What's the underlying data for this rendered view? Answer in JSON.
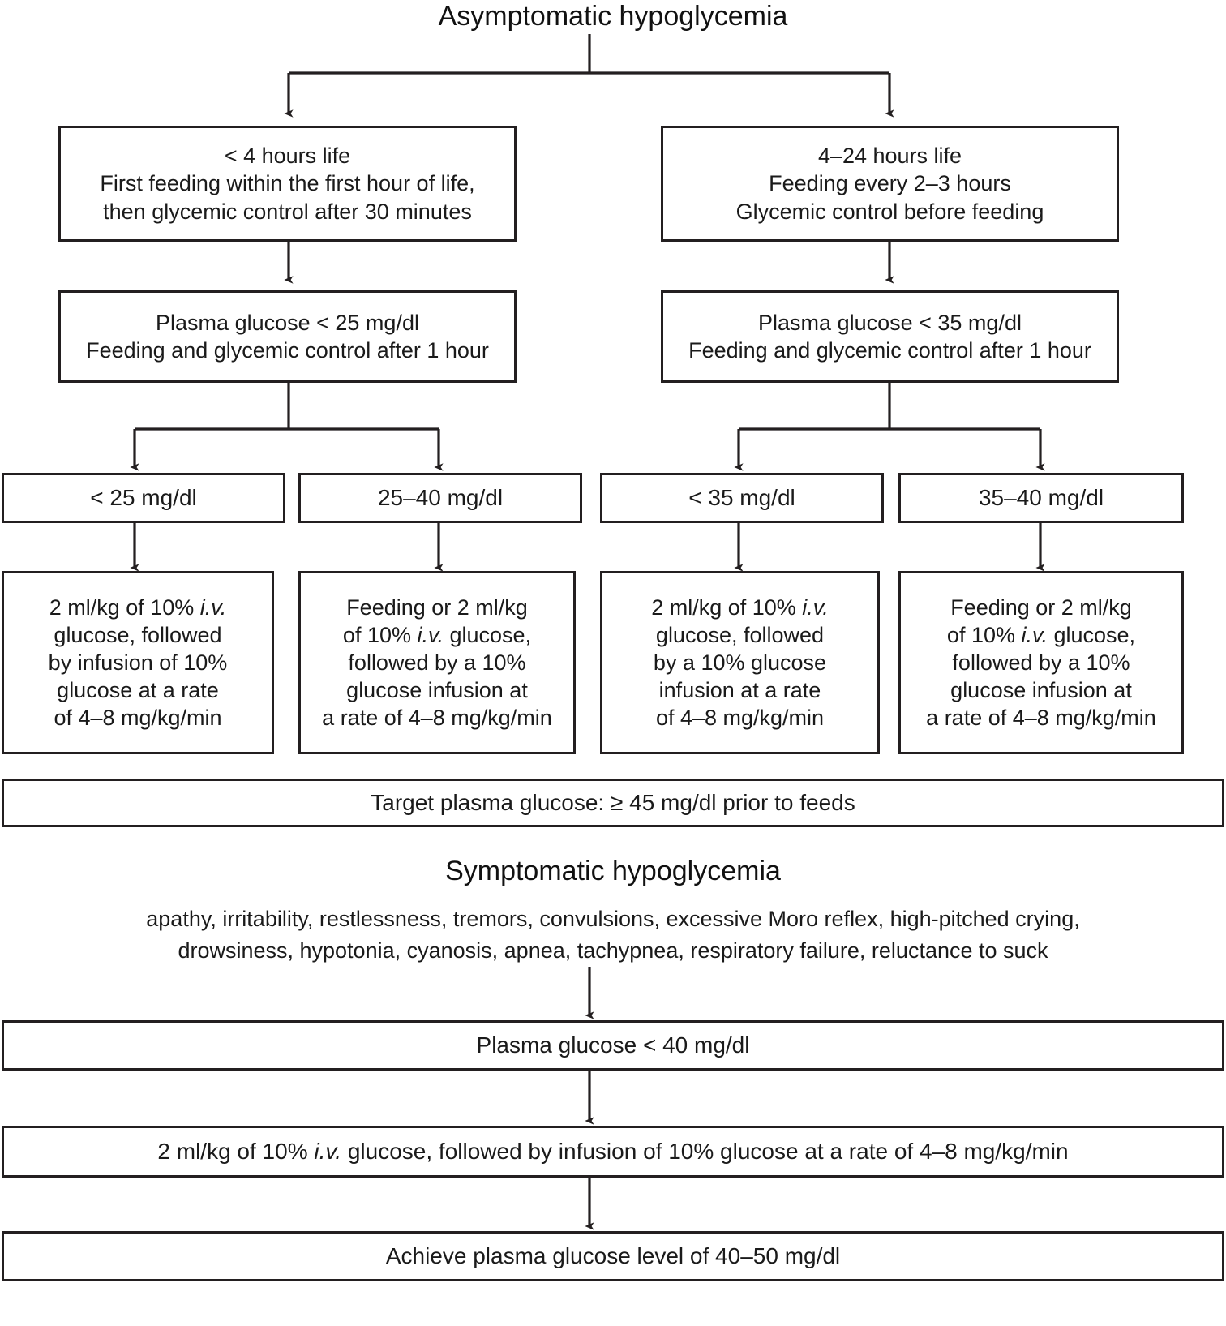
{
  "title_asymptomatic": "Asymptomatic hypoglycemia",
  "title_symptomatic": "Symptomatic hypoglycemia",
  "branches": {
    "left_age": {
      "line1": "< 4 hours life",
      "line2": "First feeding within the first hour of life,",
      "line3": "then glycemic control after 30 minutes"
    },
    "right_age": {
      "line1": "4–24 hours life",
      "line2": "Feeding every 2–3 hours",
      "line3": "Glycemic control before feeding"
    },
    "left_plasma": {
      "line1": "Plasma glucose < 25 mg/dl",
      "line2": "Feeding and glycemic control after 1 hour"
    },
    "right_plasma": {
      "line1": "Plasma glucose < 35 mg/dl",
      "line2": "Feeding and glycemic control after 1 hour"
    }
  },
  "thresholds": [
    {
      "label": "< 25 mg/dl"
    },
    {
      "label": "25–40 mg/dl"
    },
    {
      "label": "< 35 mg/dl"
    },
    {
      "label": "35–40 mg/dl"
    }
  ],
  "treatments": [
    {
      "lines": [
        "2 ml/kg of 10% |i.v.|",
        "glucose, followed",
        "by infusion of 10%",
        "glucose at a rate",
        "of 4–8 mg/kg/min"
      ]
    },
    {
      "lines": [
        "Feeding or 2 ml/kg",
        "of 10% |i.v.| glucose,",
        "followed by a 10%",
        "glucose infusion at",
        "a rate of 4–8 mg/kg/min"
      ]
    },
    {
      "lines": [
        "2 ml/kg of 10% |i.v.|",
        "glucose, followed",
        "by a 10% glucose",
        "infusion at a rate",
        "of 4–8 mg/kg/min"
      ]
    },
    {
      "lines": [
        "Feeding or 2 ml/kg",
        "of 10% |i.v.| glucose,",
        "followed by a 10%",
        "glucose infusion at",
        "a rate of 4–8 mg/kg/min"
      ]
    }
  ],
  "target_box": "Target plasma glucose:  ≥ 45 mg/dl prior to feeds",
  "symptom_list": {
    "line1": "apathy, irritability, restlessness, tremors, convulsions, excessive Moro reflex, high-pitched crying,",
    "line2": "drowsiness, hypotonia, cyanosis, apnea, tachypnea, respiratory failure, reluctance to suck"
  },
  "symptomatic_flow": {
    "plasma": "Plasma glucose < 40 mg/dl",
    "treatment": "2 ml/kg of 10% |i.v.| glucose, followed by infusion of 10% glucose at a rate of 4–8 mg/kg/min",
    "achieve": "Achieve plasma glucose level of 40–50 mg/dl"
  },
  "colors": {
    "stroke": "#231f20",
    "text": "#1a1a1a",
    "background": "#ffffff"
  }
}
